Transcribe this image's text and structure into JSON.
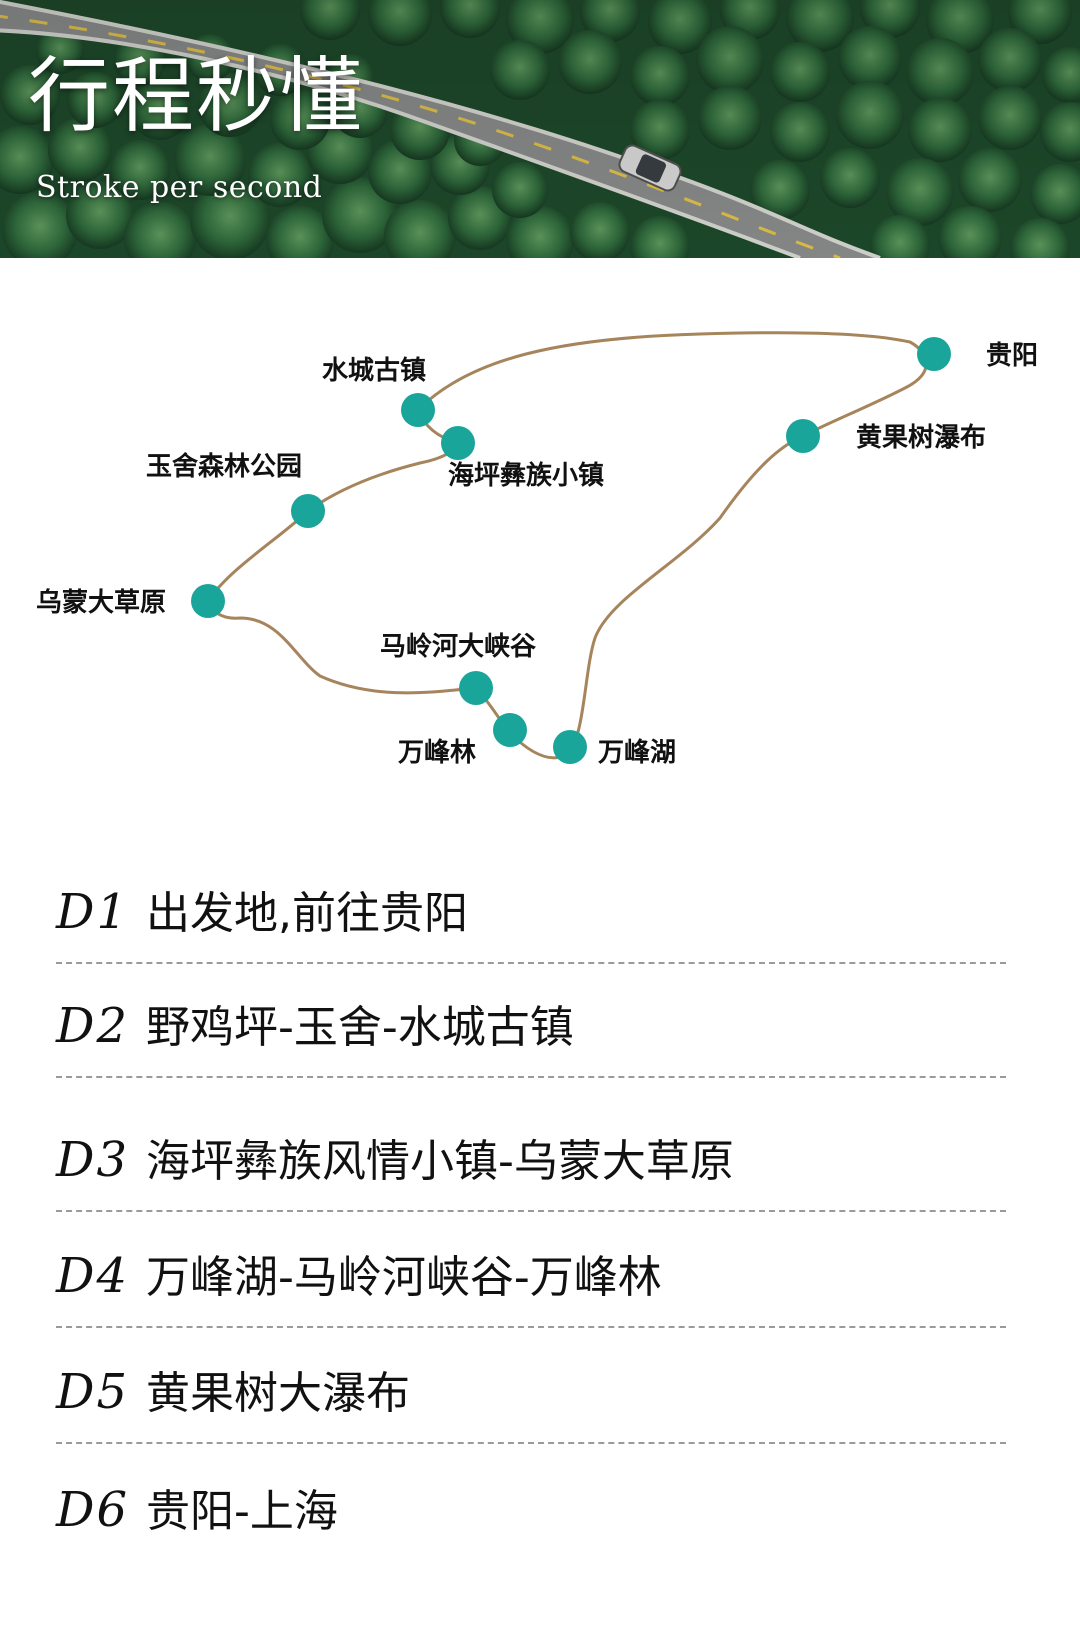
{
  "header": {
    "title": "行程秒懂",
    "subtitle": "Stroke per second"
  },
  "route_map": {
    "path_color": "#a6845c",
    "stop_color": "#1aa59b",
    "stops": [
      {
        "name": "贵阳"
      },
      {
        "name": "水城古镇"
      },
      {
        "name": "海坪彝族小镇"
      },
      {
        "name": "黄果树瀑布"
      },
      {
        "name": "玉舍森林公园"
      },
      {
        "name": "乌蒙大草原"
      },
      {
        "name": "马岭河大峡谷"
      },
      {
        "name": "万峰林"
      },
      {
        "name": "万峰湖"
      }
    ]
  },
  "itinerary": [
    {
      "day": "D1",
      "plan": "出发地,前往贵阳"
    },
    {
      "day": "D2",
      "plan": "野鸡坪-玉舍-水城古镇"
    },
    {
      "day": "D3",
      "plan": "海坪彝族风情小镇-乌蒙大草原"
    },
    {
      "day": "D4",
      "plan": "万峰湖-马岭河峡谷-万峰林"
    },
    {
      "day": "D5",
      "plan": "黄果树大瀑布"
    },
    {
      "day": "D6",
      "plan": "贵阳-上海"
    }
  ]
}
